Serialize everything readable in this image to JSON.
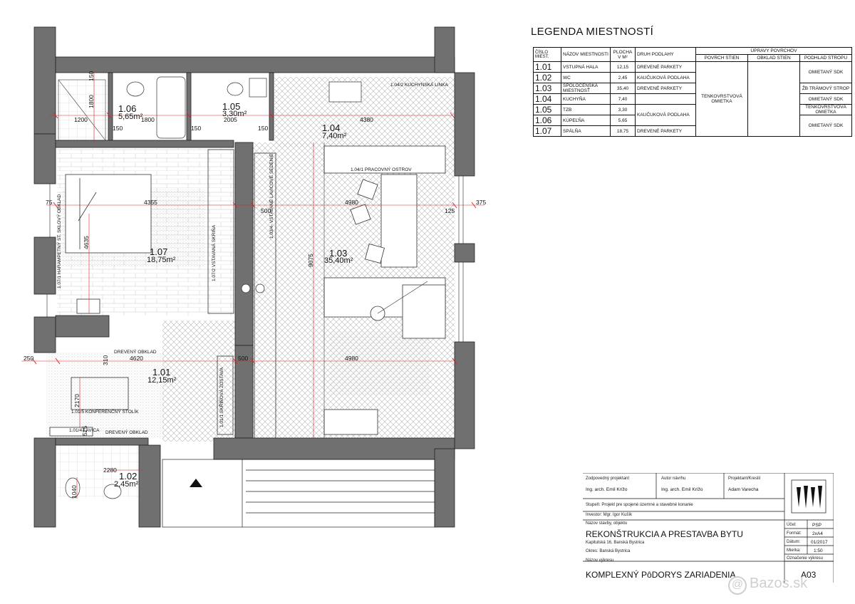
{
  "legend": {
    "title": "LEGENDA  MIESTNOSTÍ",
    "headers": {
      "cislo": "ČÍSLO MIEST.",
      "nazov": "NÁZOV MIESTNOSTI",
      "plocha": "PLOCHA V M²",
      "podlaha": "DRUH PODLAHY",
      "upravy": "ÚPRAVY POVRCHOV",
      "steny": "POVRCH STIEN",
      "obklad": "OBKLAD STIEN",
      "strop": "PODHLAD STROPU"
    },
    "rows": [
      {
        "num": "1.01",
        "name": "VSTUPNÁ HALA",
        "area": "12,15",
        "floor": "DREVENÉ PARKETY"
      },
      {
        "num": "1.02",
        "name": "WC",
        "area": "2,45",
        "floor": "KAUČUKOVÁ PODLAHA"
      },
      {
        "num": "1.03",
        "name": "SPOLOČENSKÁ MIESTNOSŤ",
        "area": "35,40",
        "floor": "DREVENÉ PARKETY"
      },
      {
        "num": "1.04",
        "name": "KUCHYŇA",
        "area": "7,40",
        "floor": ""
      },
      {
        "num": "1.05",
        "name": "TZB",
        "area": "3,30",
        "floor": "KAUČUKOVÁ PODLAHA"
      },
      {
        "num": "1.06",
        "name": "KÚPEĽŇA",
        "area": "5,65",
        "floor": ""
      },
      {
        "num": "1.07",
        "name": "SPÁLŇA",
        "area": "18,75",
        "floor": "DREVENÉ PARKETY"
      }
    ],
    "wall_surface": "TENKOVRSTVOVÁ OMIETKA",
    "ceiling": [
      "OMIETANÝ SDK",
      "ŽB TRÁMOVÝ STROP",
      "OMIETANÝ SDK",
      "TENKOVRSTVOVÁ OMIETKA",
      "OMIETANÝ SDK"
    ]
  },
  "rooms": [
    {
      "num": "1.01",
      "area": "12,15m²"
    },
    {
      "num": "1.02",
      "area": "2,45m²"
    },
    {
      "num": "1.03",
      "area": "35,40m²"
    },
    {
      "num": "1.04",
      "area": "7,40m²"
    },
    {
      "num": "1.05",
      "area": "3,30m²"
    },
    {
      "num": "1.06",
      "area": "5,65m²"
    },
    {
      "num": "1.07",
      "area": "18,75m²"
    }
  ],
  "dims": {
    "d150a": "150",
    "d1800v": "1800",
    "d1200": "1200",
    "d150b": "150",
    "d1800h": "1800",
    "d150c": "150",
    "d2005": "2005",
    "d150d": "150",
    "d4380": "4380",
    "d75": "75",
    "d4355": "4355",
    "d500a": "500",
    "d4980a": "4980",
    "d125": "125",
    "d375": "375",
    "d4635": "4635",
    "d9075": "9075",
    "d250": "250",
    "d310": "310",
    "d4620": "4620",
    "d500b": "500",
    "d4980b": "4980",
    "d2170": "2170",
    "d525": "525",
    "d2280": "2280",
    "d1040": "1040"
  },
  "notes": {
    "kitchen_line": "1.04/2 KUCHYNSKÁ LINKA",
    "work_island": "1.04/1 PRACOVNÝ OSTROV",
    "bench": "1.03/4- VSTAVANÉ LAVICOVÉ SEDENIE",
    "wardrobe": "1.07/2 VSTAVANÁ SKRIŇA",
    "bed_headboard": "1.07/1 HARAMPETNÝ ST. SKLOVÝ OBKLAD",
    "wood_cladding_1": "DREVENÝ OBKLAD",
    "wood_cladding_2": "DREVENÝ OBKLAD",
    "coffee_table": "1.01/5 KONFERENČNÝ STOLÍK",
    "bench_hall": "1.01/4 LAVICA",
    "shoe_cabinet": "1.01/1 SKŘÍŇOVÁ ZOSTAVA"
  },
  "titleblock": {
    "zodpovedny_label": "Zodpovedný projektant",
    "zodpovedny_value": "Ing. arch. Emil Krížo",
    "autor_label": "Autor návrhu",
    "autor_value": "Ing. arch. Emil Krížo",
    "projektant_label": "Projektant/Kreslil",
    "projektant_value": "Adam Varecha",
    "stupen": "Stupeň: Projekt pre spojené územné a stavebné konanie",
    "investor": "Investor: Mgr. Igor Kušík",
    "nazov_stavby_label": "Názov stavby, objektu",
    "project_title": "REKONŠTRUKCIA A PRESTAVBA BYTU",
    "address": "Kapitulská 16, Banská Bystrica",
    "okres": "Okres: Banská Bystrica",
    "nazov_vykresu_label": "Názov výkresu",
    "drawing_title": "KOMPLEXNÝ PôDORYS ZARIADENIA",
    "ucel_label": "Účel:",
    "ucel_value": "PSP",
    "format_label": "Formát:",
    "format_value": "2xA4",
    "datum_label": "Dátum:",
    "datum_value": "01/2017",
    "mierka_label": "Mierka:",
    "mierka_value": "1:50",
    "oznacenie_label": "Označenie výkresu",
    "sheet": "A03"
  },
  "watermark": "Bazos.sk"
}
